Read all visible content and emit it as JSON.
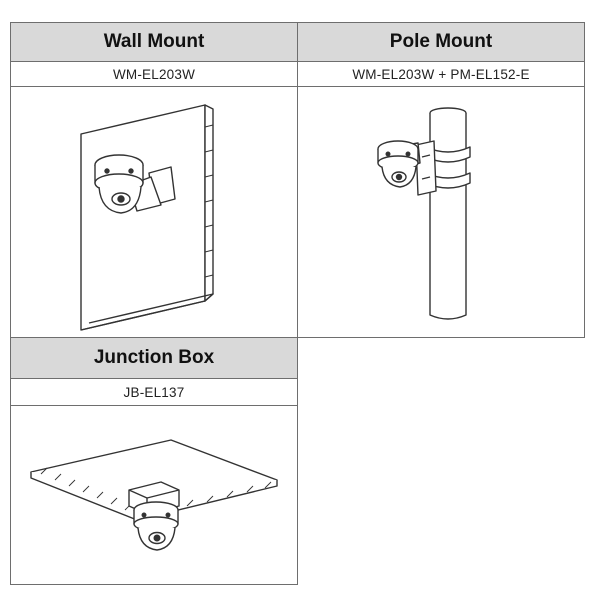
{
  "mounts": [
    {
      "title": "Wall Mount",
      "model": "WM-EL203W",
      "illustration": "wall-mount-illustration"
    },
    {
      "title": "Pole Mount",
      "model": "WM-EL203W + PM-EL152-E",
      "illustration": "pole-mount-illustration"
    },
    {
      "title": "Junction Box",
      "model": "JB-EL137",
      "illustration": "junction-box-illustration"
    }
  ]
}
